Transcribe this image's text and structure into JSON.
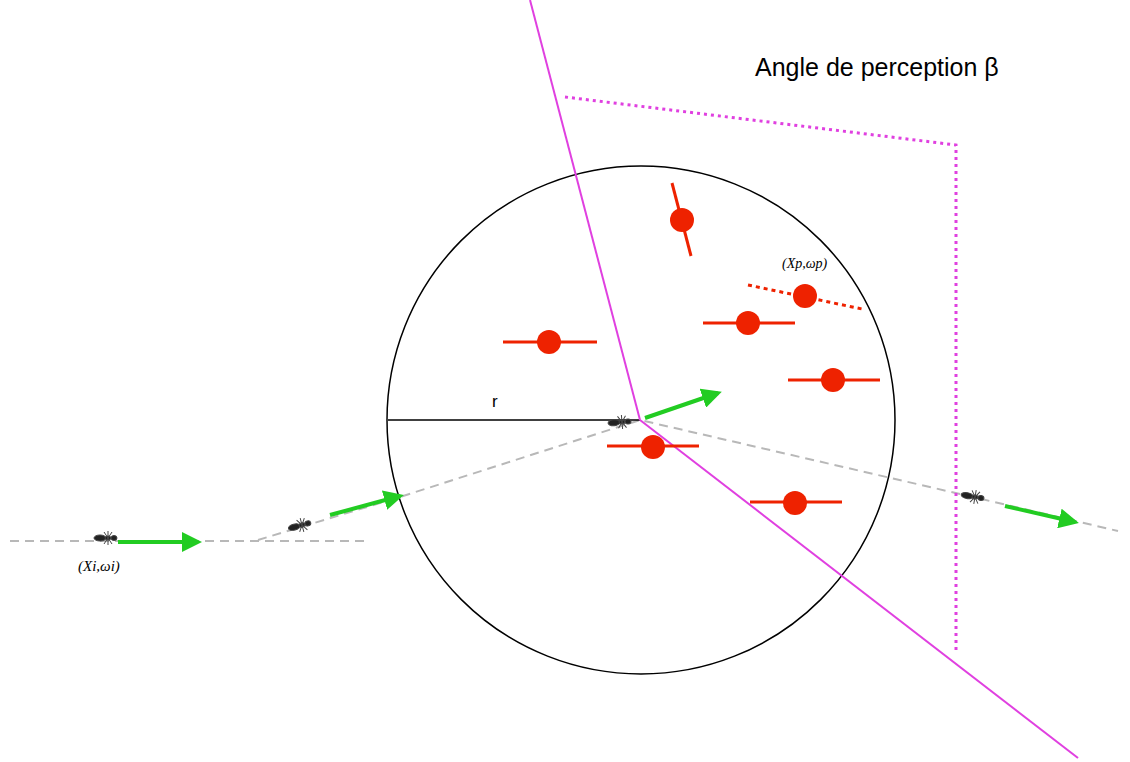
{
  "diagram": {
    "labels": [
      "Angle de perception β",
      "r",
      "(Xp,ωp)",
      "(Xi,ωi)"
    ]
  }
}
